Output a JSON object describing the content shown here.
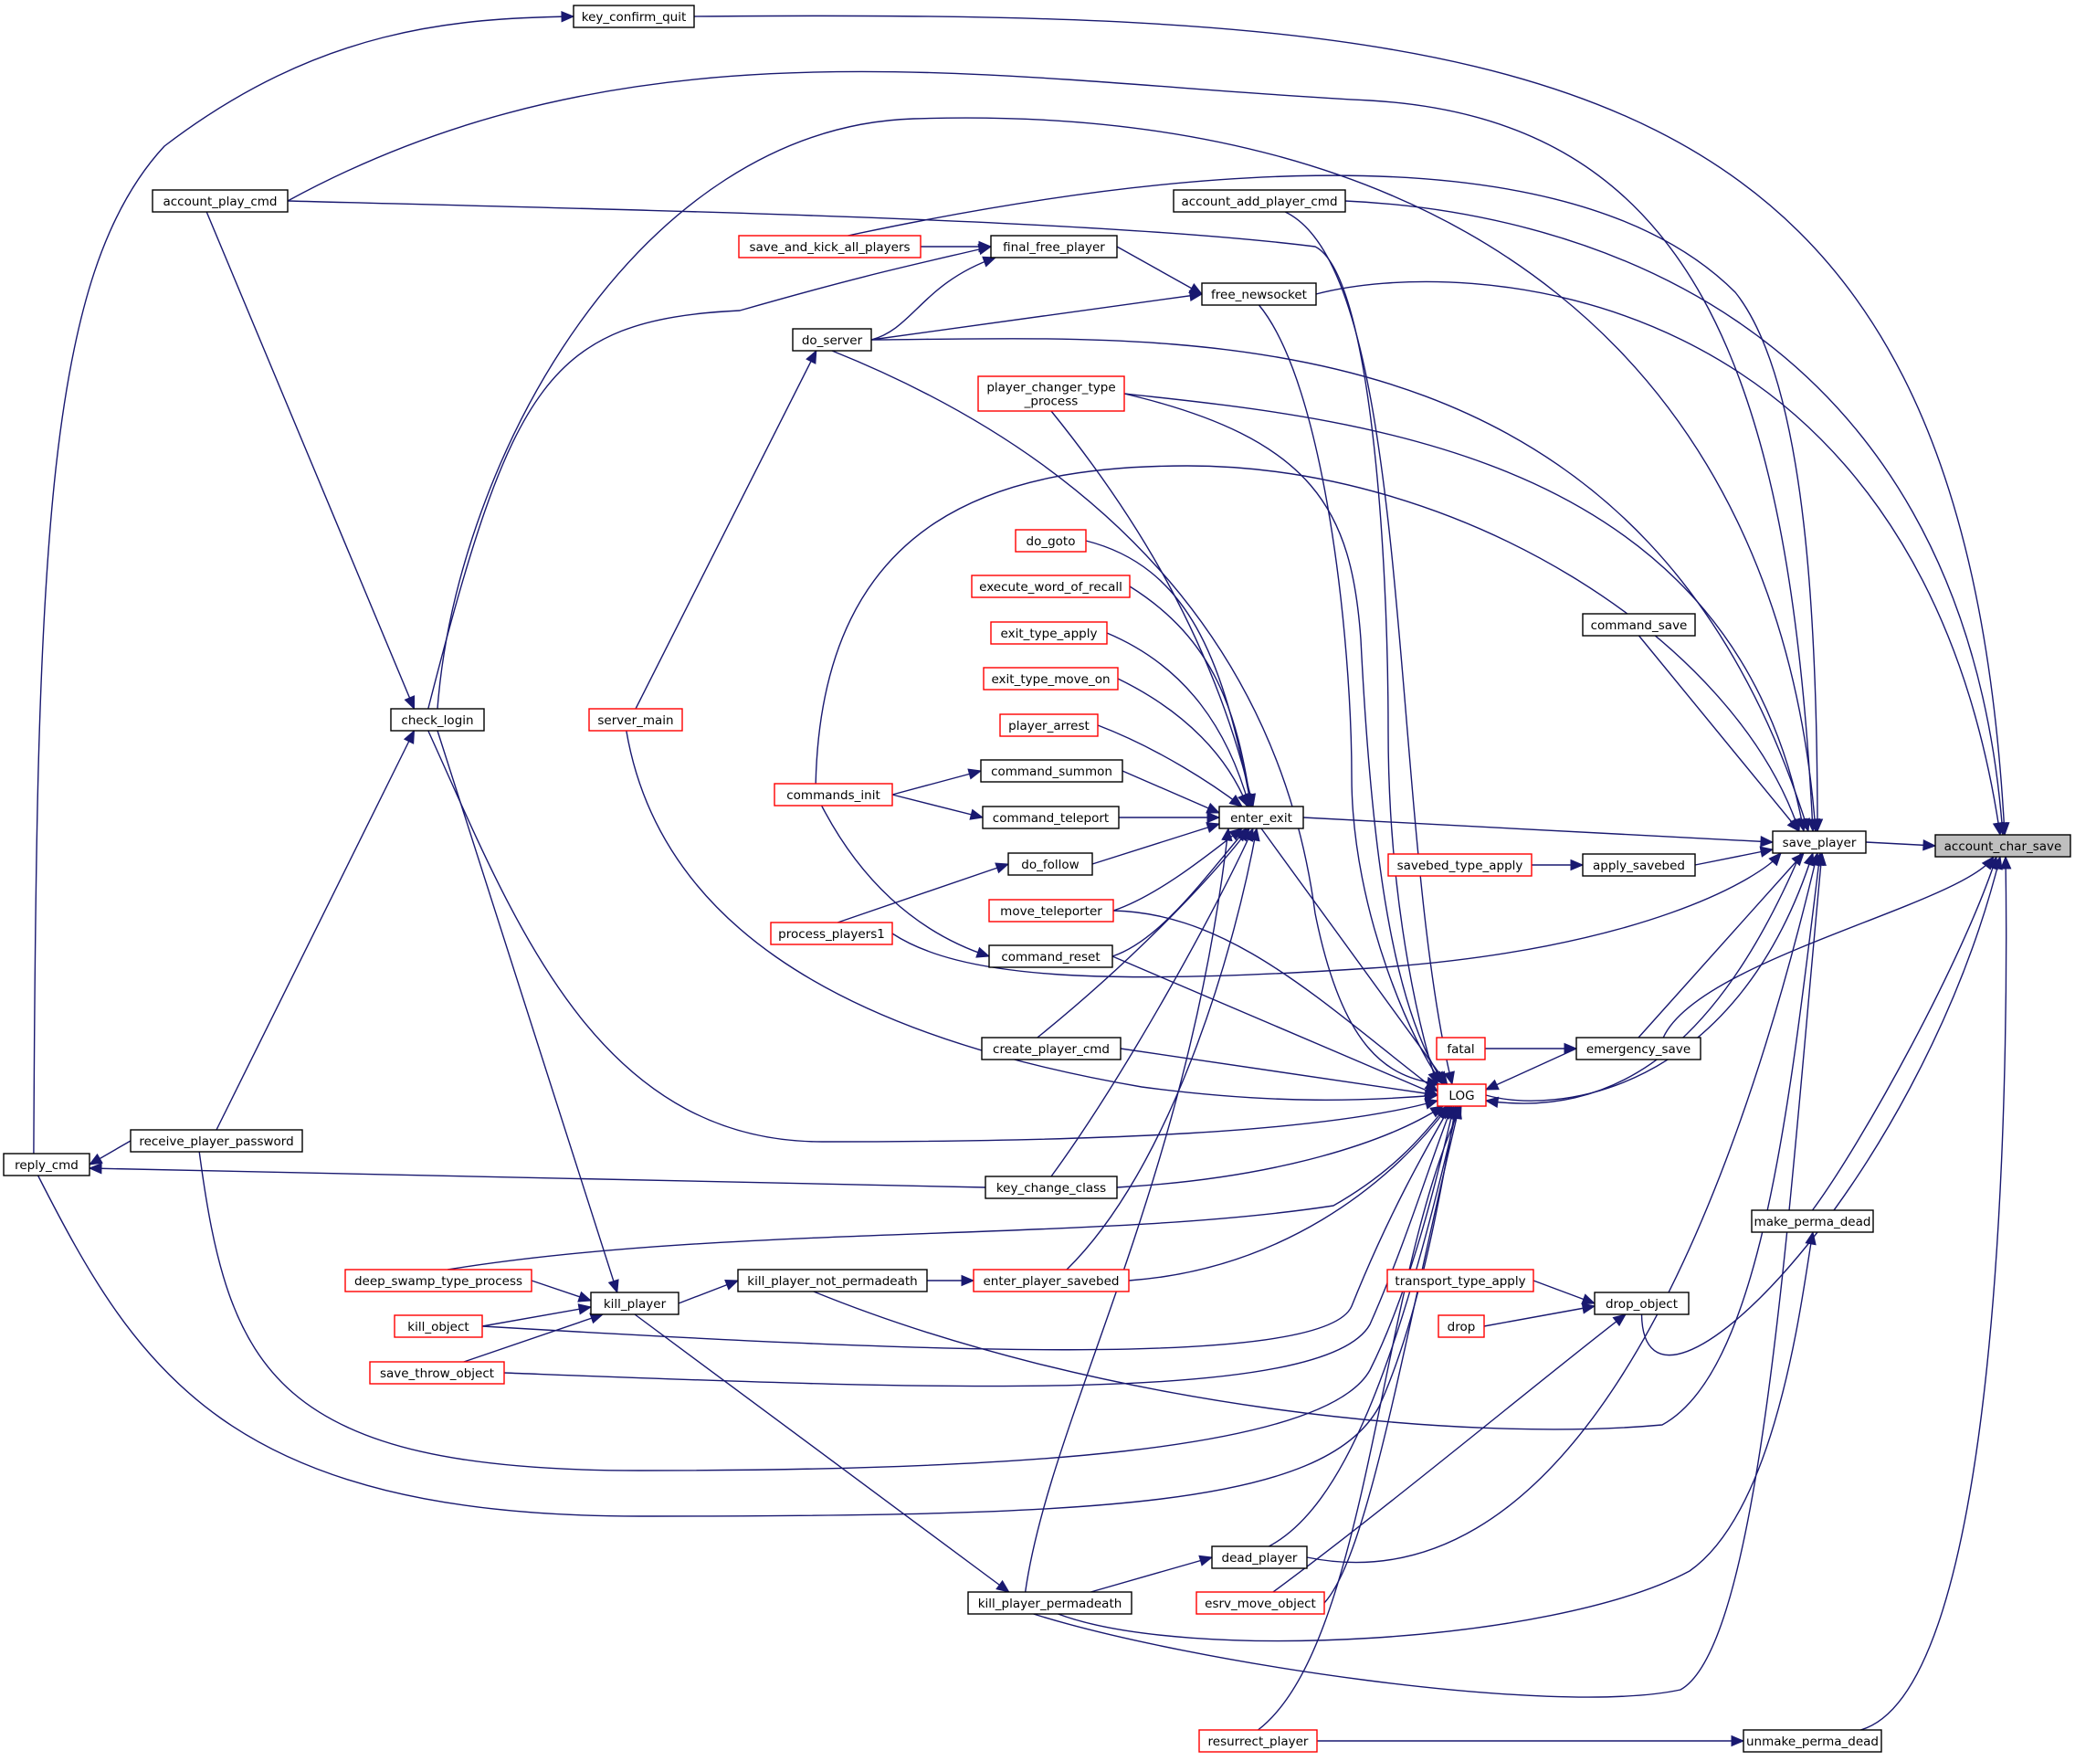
{
  "graph": {
    "colors": {
      "edge": "#191970",
      "normal_border": "#000000",
      "truncated_border": "#ff0000",
      "focus_fill": "#bfbfbf"
    },
    "focus": "account_char_save",
    "nodes": [
      {
        "id": "account_char_save",
        "label": "account_char_save",
        "style": "focus"
      },
      {
        "id": "key_confirm_quit",
        "label": "key_confirm_quit",
        "style": "normal"
      },
      {
        "id": "account_play_cmd",
        "label": "account_play_cmd",
        "style": "normal"
      },
      {
        "id": "account_add_player_cmd",
        "label": "account_add_player_cmd",
        "style": "normal"
      },
      {
        "id": "save_and_kick_all_players",
        "label": "save_and_kick_all_players",
        "style": "truncated"
      },
      {
        "id": "final_free_player",
        "label": "final_free_player",
        "style": "normal"
      },
      {
        "id": "free_newsocket",
        "label": "free_newsocket",
        "style": "normal"
      },
      {
        "id": "do_server",
        "label": "do_server",
        "style": "normal"
      },
      {
        "id": "player_changer_type_process",
        "label": [
          "player_changer_type",
          "_process"
        ],
        "style": "truncated"
      },
      {
        "id": "do_goto",
        "label": "do_goto",
        "style": "truncated"
      },
      {
        "id": "execute_word_of_recall",
        "label": "execute_word_of_recall",
        "style": "truncated"
      },
      {
        "id": "command_save",
        "label": "command_save",
        "style": "normal"
      },
      {
        "id": "exit_type_apply",
        "label": "exit_type_apply",
        "style": "truncated"
      },
      {
        "id": "exit_type_move_on",
        "label": "exit_type_move_on",
        "style": "truncated"
      },
      {
        "id": "check_login",
        "label": "check_login",
        "style": "normal"
      },
      {
        "id": "server_main",
        "label": "server_main",
        "style": "truncated"
      },
      {
        "id": "player_arrest",
        "label": "player_arrest",
        "style": "truncated"
      },
      {
        "id": "command_summon",
        "label": "command_summon",
        "style": "normal"
      },
      {
        "id": "commands_init",
        "label": "commands_init",
        "style": "truncated"
      },
      {
        "id": "command_teleport",
        "label": "command_teleport",
        "style": "normal"
      },
      {
        "id": "enter_exit",
        "label": "enter_exit",
        "style": "normal"
      },
      {
        "id": "save_player",
        "label": "save_player",
        "style": "normal"
      },
      {
        "id": "savebed_type_apply",
        "label": "savebed_type_apply",
        "style": "truncated"
      },
      {
        "id": "apply_savebed",
        "label": "apply_savebed",
        "style": "normal"
      },
      {
        "id": "do_follow",
        "label": "do_follow",
        "style": "normal"
      },
      {
        "id": "move_teleporter",
        "label": "move_teleporter",
        "style": "truncated"
      },
      {
        "id": "process_players1",
        "label": "process_players1",
        "style": "truncated"
      },
      {
        "id": "command_reset",
        "label": "command_reset",
        "style": "normal"
      },
      {
        "id": "fatal",
        "label": "fatal",
        "style": "truncated"
      },
      {
        "id": "emergency_save",
        "label": "emergency_save",
        "style": "normal"
      },
      {
        "id": "create_player_cmd",
        "label": "create_player_cmd",
        "style": "normal"
      },
      {
        "id": "LOG",
        "label": "LOG",
        "style": "truncated"
      },
      {
        "id": "receive_player_password",
        "label": "receive_player_password",
        "style": "normal"
      },
      {
        "id": "reply_cmd",
        "label": "reply_cmd",
        "style": "normal"
      },
      {
        "id": "key_change_class",
        "label": "key_change_class",
        "style": "normal"
      },
      {
        "id": "make_perma_dead",
        "label": "make_perma_dead",
        "style": "normal"
      },
      {
        "id": "deep_swamp_type_process",
        "label": "deep_swamp_type_process",
        "style": "truncated"
      },
      {
        "id": "kill_player_not_permadeath",
        "label": "kill_player_not_permadeath",
        "style": "normal"
      },
      {
        "id": "enter_player_savebed",
        "label": "enter_player_savebed",
        "style": "truncated"
      },
      {
        "id": "transport_type_apply",
        "label": "transport_type_apply",
        "style": "truncated"
      },
      {
        "id": "kill_player",
        "label": "kill_player",
        "style": "normal"
      },
      {
        "id": "drop_object",
        "label": "drop_object",
        "style": "normal"
      },
      {
        "id": "kill_object",
        "label": "kill_object",
        "style": "truncated"
      },
      {
        "id": "drop",
        "label": "drop",
        "style": "truncated"
      },
      {
        "id": "save_throw_object",
        "label": "save_throw_object",
        "style": "truncated"
      },
      {
        "id": "dead_player",
        "label": "dead_player",
        "style": "normal"
      },
      {
        "id": "kill_player_permadeath",
        "label": "kill_player_permadeath",
        "style": "normal"
      },
      {
        "id": "esrv_move_object",
        "label": "esrv_move_object",
        "style": "truncated"
      },
      {
        "id": "resurrect_player",
        "label": "resurrect_player",
        "style": "truncated"
      },
      {
        "id": "unmake_perma_dead",
        "label": "unmake_perma_dead",
        "style": "normal"
      }
    ]
  }
}
